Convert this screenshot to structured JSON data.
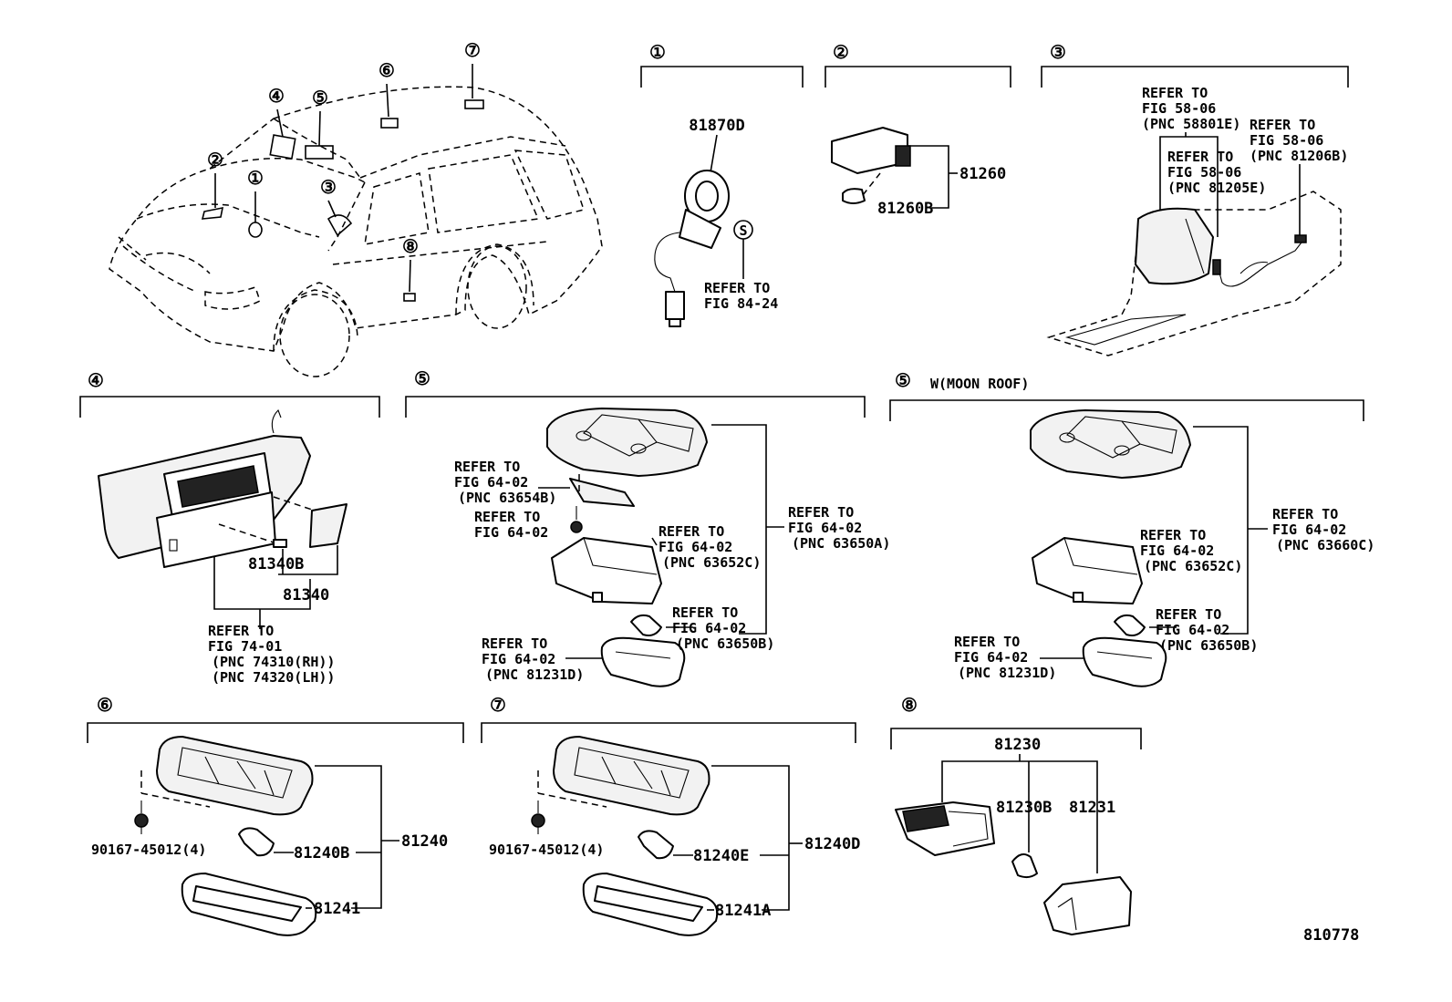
{
  "callouts": {
    "c1": "①",
    "c2": "②",
    "c3": "③",
    "c4": "④",
    "c5": "⑤",
    "c6": "⑥",
    "c7": "⑦",
    "c8": "⑧"
  },
  "circled_s": "S",
  "section_titles": {
    "s1": "①",
    "s2": "②",
    "s3": "③",
    "s4": "④",
    "s5": "⑤",
    "s5b": "⑤",
    "s5b_note": "W(MOON ROOF)",
    "s6": "⑥",
    "s7": "⑦",
    "s8": "⑧"
  },
  "sec1": {
    "part": "81870D",
    "ref_line1": "REFER TO",
    "ref_line2": "FIG 84-24"
  },
  "sec2": {
    "part_a": "81260",
    "part_b": "81260B"
  },
  "sec3": {
    "r1_l1": "REFER TO",
    "r1_l2": "FIG 58-06",
    "r1_l3": "(PNC 58801E)",
    "r2_l1": "REFER TO",
    "r2_l2": "FIG 58-06",
    "r2_l3": "(PNC 81206B)",
    "r3_l1": "REFER TO",
    "r3_l2": "FIG 58-06",
    "r3_l3": "(PNC 81205E)"
  },
  "sec4": {
    "part_a": "81340B",
    "part_b": "81340",
    "ref_l1": "REFER TO",
    "ref_l2": "FIG 74-01",
    "ref_l3": "(PNC 74310(RH))",
    "ref_l4": "(PNC 74320(LH))"
  },
  "sec5": {
    "r1_l1": "REFER TO",
    "r1_l2": "FIG 64-02",
    "r1_l3": "(PNC 63654B)",
    "r2_l1": "REFER TO",
    "r2_l2": "FIG 64-02",
    "r3_l1": "REFER TO",
    "r3_l2": "FIG 64-02",
    "r3_l3": "(PNC 63652C)",
    "r4_l1": "REFER TO",
    "r4_l2": "FIG 64-02",
    "r4_l3": "(PNC 63650A)",
    "r5_l1": "REFER TO",
    "r5_l2": "FIG 64-02",
    "r5_l3": "(PNC 63650B)",
    "r6_l1": "REFER TO",
    "r6_l2": "FIG 64-02",
    "r6_l3": "(PNC 81231D)"
  },
  "sec5b": {
    "r1_l1": "REFER TO",
    "r1_l2": "FIG 64-02",
    "r1_l3": "(PNC 63652C)",
    "r2_l1": "REFER TO",
    "r2_l2": "FIG 64-02",
    "r2_l3": "(PNC 63660C)",
    "r3_l1": "REFER TO",
    "r3_l2": "FIG 64-02",
    "r3_l3": "(PNC 63650B)",
    "r4_l1": "REFER TO",
    "r4_l2": "FIG 64-02",
    "r4_l3": "(PNC 81231D)"
  },
  "sec6": {
    "screw": "90167-45012(4)",
    "bulb": "81240B",
    "assy": "81240",
    "lens": "81241"
  },
  "sec7": {
    "screw": "90167-45012(4)",
    "bulb": "81240E",
    "assy": "81240D",
    "lens": "81241A"
  },
  "sec8": {
    "assy": "81230",
    "socket": "81230B",
    "lens": "81231"
  },
  "figure_number": "810778"
}
